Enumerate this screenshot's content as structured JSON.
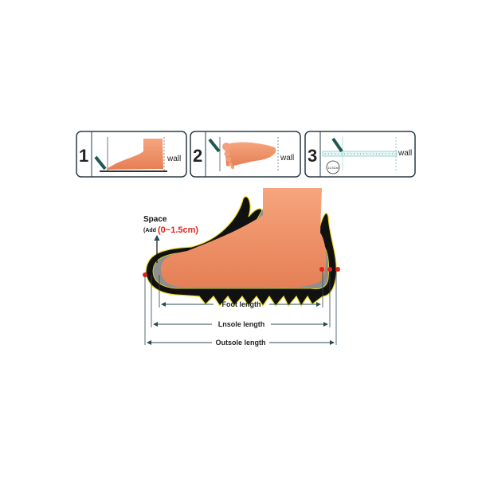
{
  "steps": [
    {
      "number": "1",
      "wall_label": "wall"
    },
    {
      "number": "2",
      "wall_label": "wall"
    },
    {
      "number": "3",
      "wall_label": "wall",
      "ruler_badge": "11.5CM"
    }
  ],
  "diagram": {
    "space_label": "Space",
    "add_prefix": "(Add",
    "add_value": "(0~1.5cm)",
    "foot_length": "Foot length",
    "insole_length": "Lnsole length",
    "outsole_length": "Outsole length"
  },
  "colors": {
    "skin": "#f0946a",
    "accent_red": "#e2231a",
    "outline": "#f0e020",
    "panel_border": "#2a3b44",
    "pen": "#1f5a4e"
  }
}
